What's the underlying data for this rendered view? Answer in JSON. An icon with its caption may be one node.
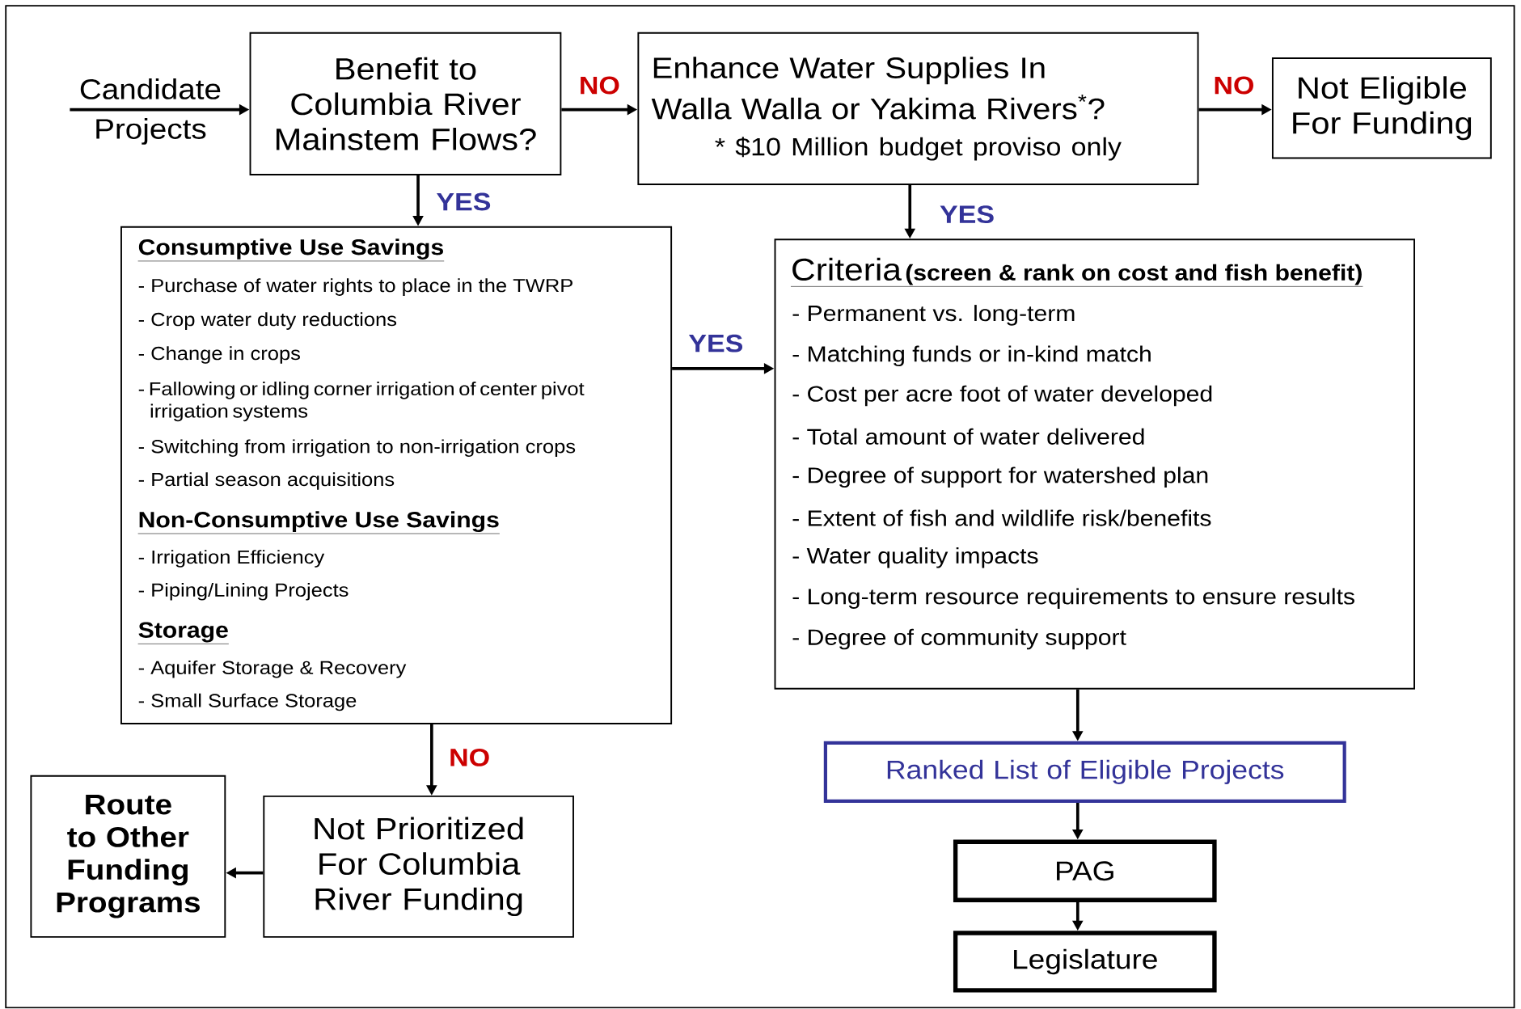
{
  "diagram": {
    "nodes": [
      {
        "text": [
          "Candidate Projects"
        ]
      },
      {
        "text": [
          "Benefit to Columbia River Mainstem Flows?"
        ]
      },
      {
        "text": [
          "Enhance Water Supplies In Walla Walla or Yakima Rivers$^{*}$?",
          "* $10 Million budget proviso only"
        ]
      },
      {
        "text": [
          "Not Eligible For Funding"
        ]
      },
      {
        "text": [
          "Consumptive Use Savings",
          "- Purchase of water rights to place in the TWRP",
          "- Crop water duty reductions",
          "- Change in crops",
          "- Fallowing or idling corner irrigation of center pivot irrigation systems",
          "- Switching from irrigation to non-irrigation crops",
          "- Partial season acquisitions",
          "Non-Consumptive Use Savings",
          "- Irrigation Efficiency",
          "- Piping/Lining Projects",
          "Storage",
          "- Aquifer Storage & Recovery",
          "- Small Surface Storage"
        ]
      },
      {
        "text": [
          "Criteria",
          "(screen & rank on cost and fish benefit)",
          "- Permanent vs. long-term",
          "- Matching funds or in-kind match",
          "- Cost per acre foot of water developed",
          "- Total amount of water delivered",
          "- Degree of support for watershed plan",
          "- Extent of fish and wildlife risk/benefits",
          "- Water quality impacts",
          "- Long-term resource requirements to ensure results",
          "- Degree of community support"
        ]
      },
      {
        "text": [
          "Ranked List of Eligible Projects"
        ]
      },
      {
        "text": [
          "PAG"
        ]
      },
      {
        "text": [
          "Legislature"
        ]
      },
      {
        "text": [
          "Not Prioritized For Columbia River Funding"
        ]
      },
      {
        "text": [
          "Route to Other Funding Programs"
        ]
      }
    ],
    "edges": [
      {
        "from": 0,
        "to": 1,
        "arrow": "to"
      },
      {
        "from": 1,
        "to": 2,
        "arrow": "to",
        "label": "NO"
      },
      {
        "from": 1,
        "to": 4,
        "arrow": "to",
        "label": "YES"
      },
      {
        "from": 2,
        "to": 3,
        "arrow": "to",
        "label": "NO"
      },
      {
        "from": 2,
        "to": 5,
        "arrow": "to",
        "label": "YES"
      },
      {
        "from": 4,
        "to": 5,
        "arrow": "to",
        "label": "YES"
      },
      {
        "from": 4,
        "to": 9,
        "arrow": "to",
        "label": "NO"
      },
      {
        "from": 9,
        "to": 10,
        "arrow": "to"
      },
      {
        "from": 5,
        "to": 6,
        "arrow": "to"
      },
      {
        "from": 6,
        "to": 7,
        "arrow": "to"
      },
      {
        "from": 7,
        "to": 8,
        "arrow": "to"
      }
    ]
  }
}
